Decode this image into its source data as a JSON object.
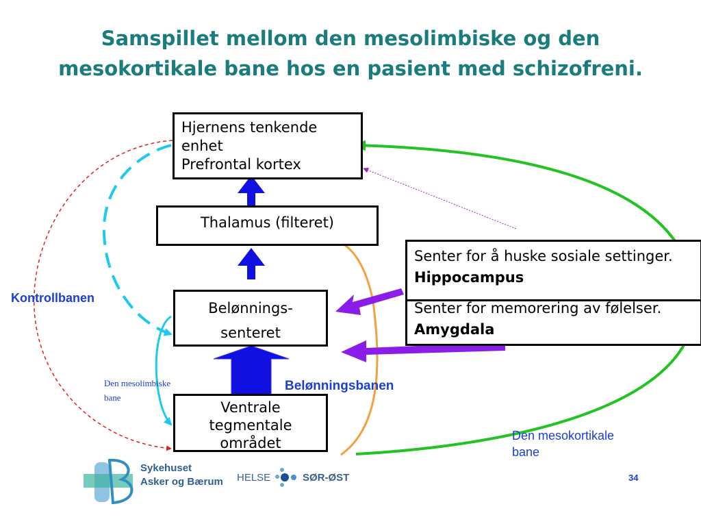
{
  "title": {
    "line1": "Samspillet mellom den mesolimbiske og den",
    "line2": "mesokortikale bane hos en pasient med schizofreni."
  },
  "nodes": {
    "prefrontal": {
      "line1": "Hjernens tenkende",
      "line2": "enhet",
      "line3": "Prefrontal kortex"
    },
    "thalamus": {
      "label": "Thalamus (filteret)"
    },
    "reward": {
      "line1": "Belønnings-",
      "line2": "senteret"
    },
    "vta": {
      "line1": "Ventrale",
      "line2": "tegmentale",
      "line3": "området"
    },
    "hippocampus": {
      "text": "Senter for å huske sosiale settinger.",
      "bold": "Hippocampus"
    },
    "amygdala": {
      "text": "Senter for memorering av følelser.",
      "bold": "Amygdala"
    }
  },
  "labels": {
    "kontrollbanen": "Kontrollbanen",
    "belonningsbanen": "Belønningsbanen",
    "mesolimbiske_line1": "Den mesolimbiske",
    "mesolimbiske_line2": "bane",
    "mesokortikale_line1": "Den mesokortikale",
    "mesokortikale_line2": "bane"
  },
  "footer": {
    "logo1_line1": "Sykehuset",
    "logo1_line2": "Asker og Bærum",
    "logo2_left": "HELSE",
    "logo2_right": "SØR-ØST",
    "page_number": "34"
  },
  "colors": {
    "title": "#1a7c7c",
    "label_blue": "#1a3fd6",
    "vertical_arrow": "#1010e0",
    "cyan_path": "#1ec8f0",
    "green_path": "#22c322",
    "orange_path": "#f4a040",
    "purple_arrow": "#8a1de8",
    "red_dashed": "#e02020",
    "magenta_dotted": "#a020c0"
  }
}
